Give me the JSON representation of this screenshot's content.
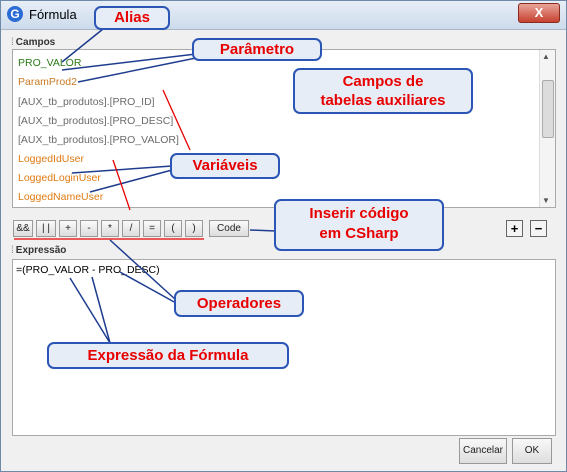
{
  "window": {
    "title": "Fórmula",
    "close_symbol": "X",
    "app_icon_letter": "G"
  },
  "fields_section": {
    "label": "Campos",
    "items": [
      {
        "text": "PRO_VALOR",
        "color": "#2c7a18"
      },
      {
        "text": "ParamProd2",
        "color": "#c97a22"
      },
      {
        "text": "[AUX_tb_produtos].[PRO_ID]",
        "color": "#6b6b6b"
      },
      {
        "text": "[AUX_tb_produtos].[PRO_DESC]",
        "color": "#6b6b6b"
      },
      {
        "text": "[AUX_tb_produtos].[PRO_VALOR]",
        "color": "#6b6b6b"
      },
      {
        "text": "LoggedIdUser",
        "color": "#e07b13"
      },
      {
        "text": "LoggedLoginUser",
        "color": "#e07b13"
      },
      {
        "text": "LoggedNameUser",
        "color": "#e07b13"
      }
    ]
  },
  "operators": [
    "&&",
    "| |",
    "+",
    "-",
    "*",
    "/",
    "=",
    "(",
    ")"
  ],
  "code_button": "Code",
  "side_buttons": {
    "add": "+",
    "remove": "−"
  },
  "expression_section": {
    "label": "Expressão",
    "value": "=(PRO_VALOR - PRO_DESC)"
  },
  "footer": {
    "cancel": "Cancelar",
    "ok": "OK"
  },
  "callouts": {
    "alias": "Alias",
    "parametro": "Parâmetro",
    "campos_line1": "Campos de",
    "campos_line2": "tabelas auxiliares",
    "variaveis": "Variáveis",
    "csharp_line1": "Inserir código",
    "csharp_line2": "em CSharp",
    "operadores": "Operadores",
    "expressao": "Expressão da Fórmula"
  },
  "colors": {
    "accent": "#2b56b5",
    "callout_text": "#e80000",
    "callout_fill": "#e6edf7"
  }
}
